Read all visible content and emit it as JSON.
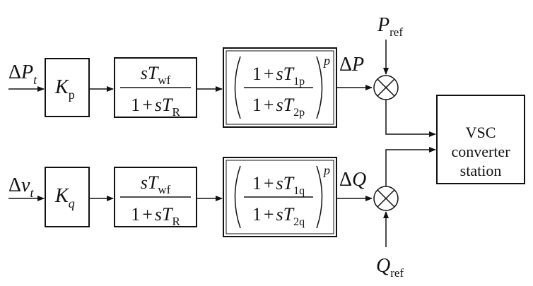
{
  "inputs": {
    "top": {
      "delta": "Δ",
      "var": "P",
      "sub": "t"
    },
    "bottom": {
      "delta": "Δ",
      "var": "v",
      "sub": "t"
    }
  },
  "gains": {
    "top": {
      "var": "K",
      "sub": "p"
    },
    "bottom": {
      "var": "K",
      "sub": "q"
    }
  },
  "washout": {
    "num_s": "s",
    "num_T": "T",
    "num_sub": "wf",
    "den_1": "1",
    "den_plus": "+",
    "den_s": "s",
    "den_T": "T",
    "den_sub": "R"
  },
  "leadlag": {
    "top": {
      "num_sub": "1p",
      "den_sub": "2p"
    },
    "bottom": {
      "num_sub": "1q",
      "den_sub": "2q"
    },
    "one": "1",
    "plus": "+",
    "s": "s",
    "T": "T",
    "power": "p"
  },
  "deltas": {
    "top": {
      "delta": "Δ",
      "var": "P"
    },
    "bottom": {
      "delta": "Δ",
      "var": "Q"
    }
  },
  "references": {
    "top": {
      "var": "P",
      "sub": "ref"
    },
    "bottom": {
      "var": "Q",
      "sub": "ref"
    }
  },
  "summing_symbol": "⊗",
  "station": {
    "line1": "VSC",
    "line2": "converter",
    "line3": "station"
  }
}
